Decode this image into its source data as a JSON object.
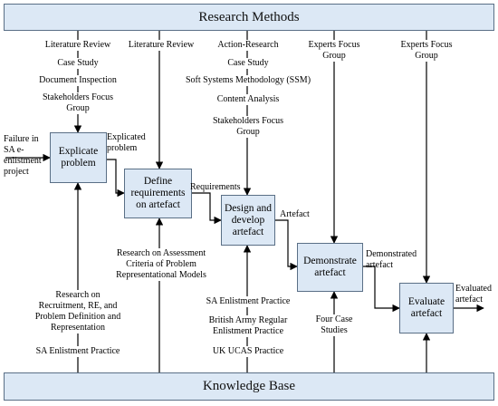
{
  "header": {
    "title": "Research Methods"
  },
  "footer": {
    "title": "Knowledge Base"
  },
  "input": "Failure in\nSA e-\nenlistment\nproject",
  "steps": [
    {
      "label": "Explicate\nproblem"
    },
    {
      "label": "Define\nrequirements\non artefact"
    },
    {
      "label": "Design and\ndevelop\nartefact"
    },
    {
      "label": "Demonstrate\nartefact"
    },
    {
      "label": "Evaluate\nartefact"
    }
  ],
  "outputs": [
    "Explicated\nproblem",
    "Requirements",
    "Artefact",
    "Demonstrated\nartefact",
    "Evaluated\nartefact"
  ],
  "methods": {
    "explicate": [
      "Literature Review",
      "Case Study",
      "Document Inspection",
      "Stakeholders Focus\nGroup"
    ],
    "define": [
      "Literature Review"
    ],
    "design": [
      "Action-Research",
      "Case Study",
      "Soft Systems Methodology (SSM)",
      "Content Analysis",
      "Stakeholders Focus\nGroup"
    ],
    "demonstrate": [
      "Experts Focus\nGroup"
    ],
    "evaluate": [
      "Experts Focus\nGroup"
    ]
  },
  "knowledge": {
    "explicate": [
      "Research on\nRecruitment, RE, and\nProblem Definition and\nRepresentation",
      "SA Enlistment Practice"
    ],
    "define": [
      "Research on Assessment\nCriteria of Problem\nRepresentational Models"
    ],
    "design": [
      "SA Enlistment Practice",
      "British Army Regular\nEnlistment Practice",
      "UK UCAS Practice"
    ],
    "demonstrate": [
      "Four Case\nStudies"
    ]
  }
}
